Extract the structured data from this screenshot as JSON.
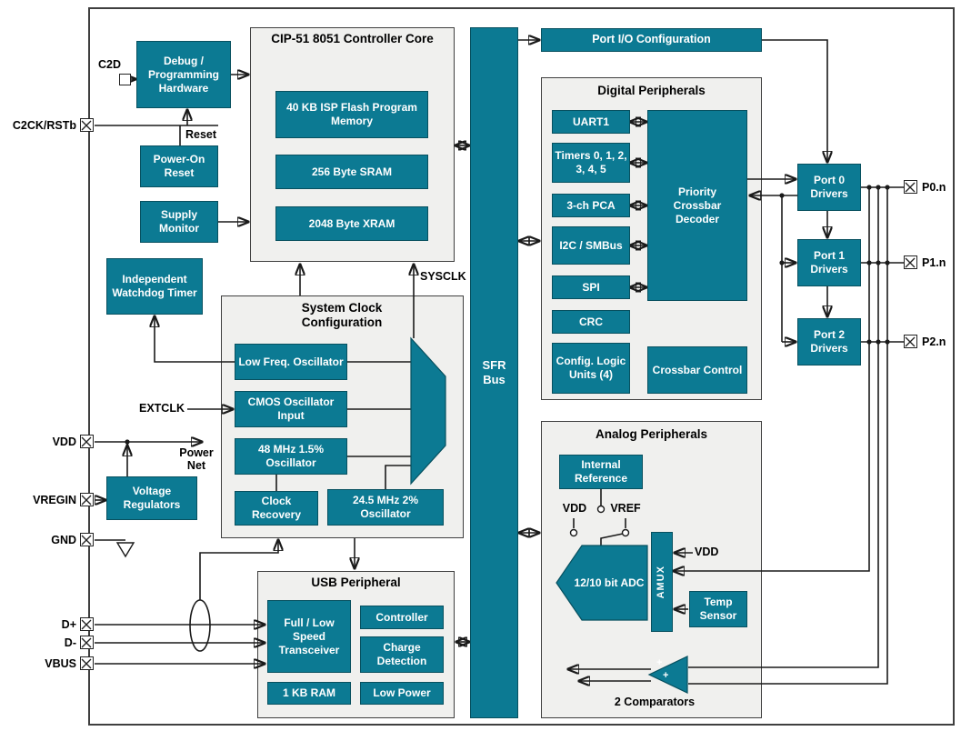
{
  "colors": {
    "teal": "#0c7a93",
    "panel": "#f0f0ee",
    "line": "#1a1a1a"
  },
  "pins": {
    "c2ck": "C2CK/RSTb",
    "vdd": "VDD",
    "vregin": "VREGIN",
    "gnd": "GND",
    "dplus": "D+",
    "dminus": "D-",
    "vbus": "VBUS",
    "p0n": "P0.n",
    "p1n": "P1.n",
    "p2n": "P2.n"
  },
  "left": {
    "c2d": "C2D",
    "reset": "Reset",
    "debug": "Debug / Programming Hardware",
    "por": "Power-On Reset",
    "supply": "Supply Monitor",
    "watchdog": "Independent Watchdog Timer",
    "power_net": "Power Net",
    "vreg": "Voltage Regulators",
    "extclk": "EXTCLK"
  },
  "core": {
    "title": "CIP-51 8051 Controller Core",
    "flash": "40 KB ISP Flash Program Memory",
    "sram": "256 Byte SRAM",
    "xram": "2048 Byte XRAM",
    "sysclk": "SYSCLK"
  },
  "clock": {
    "title": "System Clock Configuration",
    "lfo": "Low Freq. Oscillator",
    "cmos": "CMOS Oscillator Input",
    "osc48": "48 MHz 1.5% Oscillator",
    "recovery": "Clock Recovery",
    "osc245": "24.5 MHz 2% Oscillator"
  },
  "usb": {
    "title": "USB Peripheral",
    "transceiver": "Full / Low Speed Transceiver",
    "controller": "Controller",
    "charge": "Charge Detection",
    "ram": "1 KB RAM",
    "low_power": "Low Power"
  },
  "bus": {
    "line1": "SFR",
    "line2": "Bus"
  },
  "portio": "Port I/O Configuration",
  "digital": {
    "title": "Digital Peripherals",
    "uart": "UART1",
    "timers": "Timers 0, 1, 2, 3, 4, 5",
    "pca": "3-ch PCA",
    "i2c": "I2C / SMBus",
    "spi": "SPI",
    "crc": "CRC",
    "clu": "Config. Logic Units (4)",
    "decoder": "Priority Crossbar Decoder",
    "control": "Crossbar Control"
  },
  "ports": {
    "p0": "Port 0 Drivers",
    "p1": "Port 1 Drivers",
    "p2": "Port 2 Drivers"
  },
  "analog": {
    "title": "Analog Peripherals",
    "intref": "Internal Reference",
    "vdd": "VDD",
    "vref": "VREF",
    "adc": "12/10 bit ADC",
    "amux": "AMUX",
    "temp": "Temp Sensor",
    "vdd2": "VDD",
    "comparators": "2 Comparators",
    "plus": "+"
  }
}
